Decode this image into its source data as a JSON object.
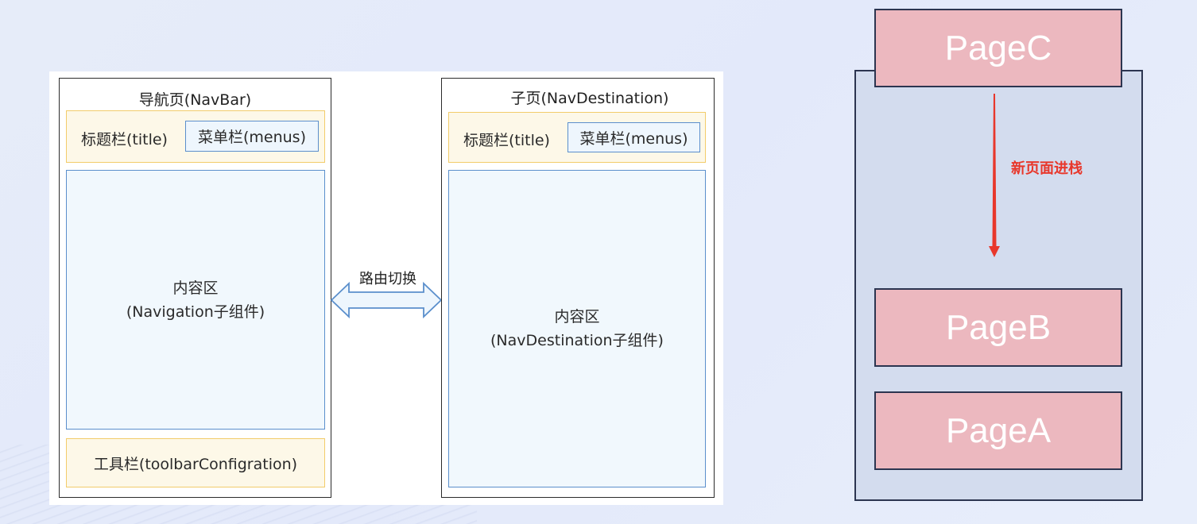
{
  "navbar": {
    "title": "导航页(NavBar)",
    "title_bar_label": "标题栏(title)",
    "menu_label": "菜单栏(menus)",
    "content_line1": "内容区",
    "content_line2": "(Navigation子组件)",
    "toolbar_label": "工具栏(toolbarConfigration)"
  },
  "route": {
    "label": "路由切换",
    "arrow": "double-arrow-icon"
  },
  "nav_destination": {
    "title": "子页(NavDestination)",
    "title_bar_label": "标题栏(title)",
    "menu_label": "菜单栏(menus)",
    "content_line1": "内容区",
    "content_line2": "(NavDestination子组件)"
  },
  "stack": {
    "push_label": "新页面进栈",
    "pages": [
      {
        "label": "PageC"
      },
      {
        "label": "PageB"
      },
      {
        "label": "PageA"
      }
    ]
  },
  "colors": {
    "frame_border": "#2b2b2b",
    "title_bar_border": "#f2cc6a",
    "title_bar_fill": "#fdf8e8",
    "content_border": "#5b8fcc",
    "content_fill": "#f1f8fd",
    "stack_fill": "#d3dcee",
    "stack_border": "#2c3550",
    "page_fill": "#ecb8bf",
    "push_arrow": "#e8372b"
  }
}
